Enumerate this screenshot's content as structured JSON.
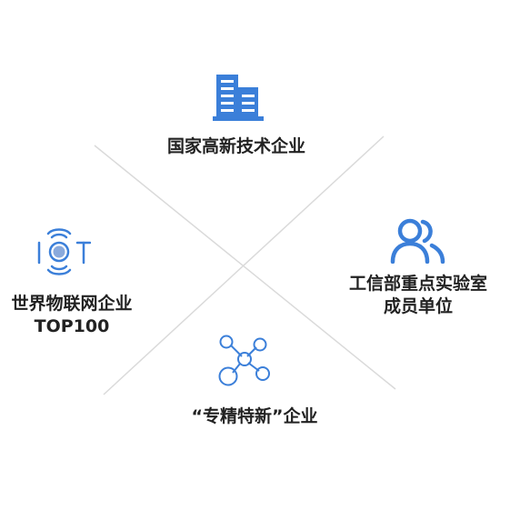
{
  "colors": {
    "icon_blue": "#3b7fd9",
    "line_gray": "#dadada",
    "text": "#222222"
  },
  "items": {
    "top": {
      "icon": "building-icon",
      "lines": [
        "国家高新技术企业"
      ]
    },
    "right": {
      "icon": "users-icon",
      "lines": [
        "工信部重点实验室",
        "成员单位"
      ]
    },
    "left": {
      "icon": "iot-icon",
      "lines": [
        "世界物联网企业",
        "TOP100"
      ]
    },
    "bottom": {
      "icon": "network-icon",
      "lines": [
        "“专精特新”企业"
      ]
    }
  }
}
